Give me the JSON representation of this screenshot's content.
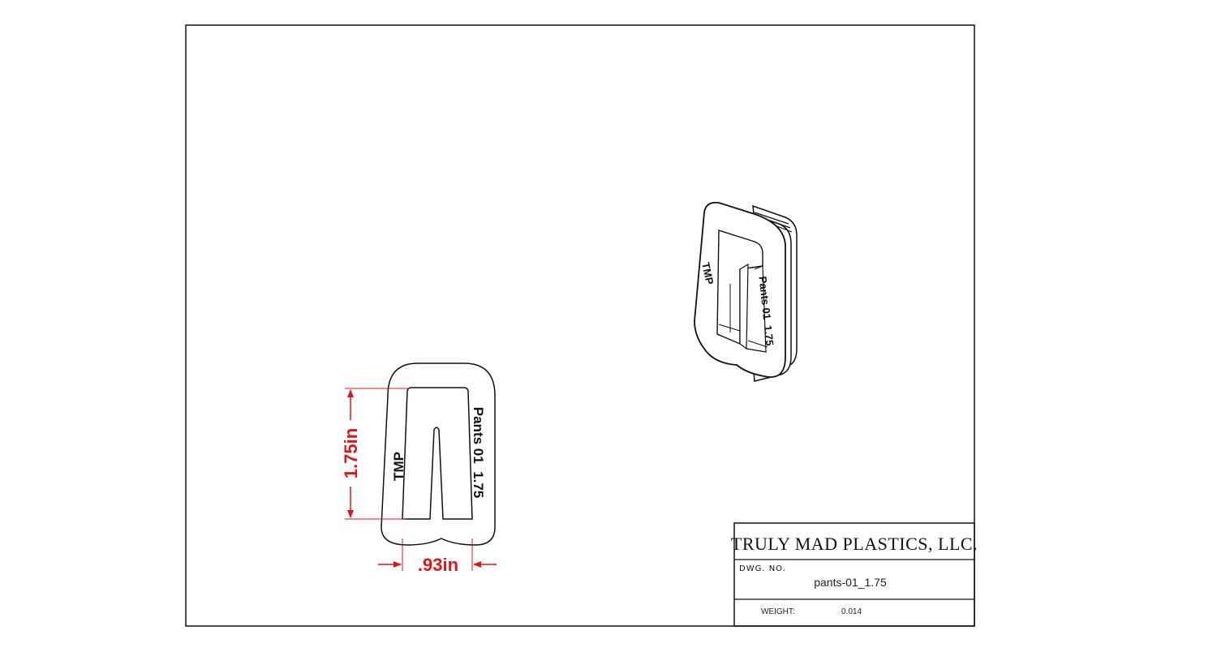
{
  "colors": {
    "dimension": "#e0141b",
    "line": "#111111",
    "background": "#ffffff"
  },
  "drawing": {
    "front_view": {
      "label_left": "TMP",
      "label_right": "Pants 01  1.75",
      "dim_height": "1.75in",
      "dim_width": ".93in"
    },
    "iso_view": {
      "label_left": "TMP",
      "label_right": "Pants 01  1.75"
    }
  },
  "title_block": {
    "company": "TRULY MAD PLASTICS, LLC.",
    "dwg_no_label": "DWG. NO.",
    "dwg_no_value": "pants-01_1.75",
    "weight_label": "WEIGHT:",
    "weight_value": "0.014"
  }
}
